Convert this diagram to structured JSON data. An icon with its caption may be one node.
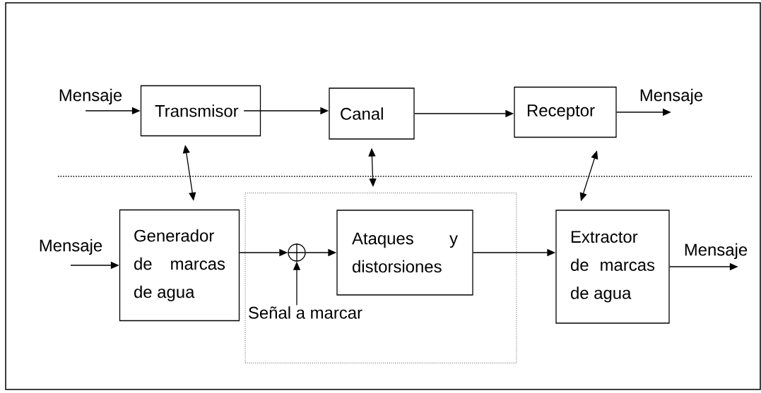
{
  "diagram": {
    "nodes": [
      {
        "text": [
          "Mensaje"
        ]
      },
      {
        "text": [
          "Transmisor"
        ]
      },
      {
        "text": [
          "Canal"
        ]
      },
      {
        "text": [
          "Receptor"
        ]
      },
      {
        "text": [
          "Mensaje"
        ]
      },
      {
        "text": [],
        "shape": "box"
      },
      {
        "text": [
          "Mensaje"
        ]
      },
      {
        "text": [
          "Generador de marcas de agua"
        ]
      },
      {
        "text": [],
        "shape": "circle",
        "in": 5
      },
      {
        "text": [
          "Ataques y distorsiones"
        ],
        "in": 5
      },
      {
        "text": [
          "Señal a marcar"
        ],
        "in": 5
      },
      {
        "text": [
          "Extractor de marcas de agua"
        ]
      },
      {
        "text": [
          "Mensaje"
        ]
      }
    ],
    "edges": [
      {
        "from": 0,
        "to": 1,
        "arrow": "to"
      },
      {
        "from": 1,
        "to": 2,
        "arrow": "to"
      },
      {
        "from": 2,
        "to": 3,
        "arrow": "to"
      },
      {
        "from": 3,
        "to": 4,
        "arrow": "to"
      },
      {
        "from": 1,
        "to": 7,
        "arrow": "both"
      },
      {
        "from": 2,
        "to": 5,
        "arrow": "both"
      },
      {
        "from": 3,
        "to": 11,
        "arrow": "both"
      },
      {
        "from": 6,
        "to": 7,
        "arrow": "to"
      },
      {
        "from": 7,
        "to": 8,
        "arrow": "to"
      },
      {
        "from": 10,
        "to": 8,
        "arrow": "to"
      },
      {
        "from": 8,
        "to": 9,
        "arrow": "to"
      },
      {
        "from": 9,
        "to": 11,
        "arrow": "to"
      },
      {
        "from": 11,
        "to": 12,
        "arrow": "to"
      }
    ]
  }
}
